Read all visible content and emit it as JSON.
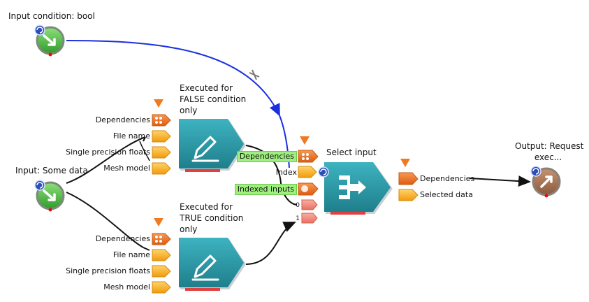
{
  "nodes": {
    "input_condition": {
      "label": "Input condition: bool"
    },
    "input_some_data": {
      "label": "Input: Some data"
    },
    "false_branch": {
      "label_lines": [
        "Executed for",
        "FALSE condition",
        "only"
      ],
      "ports": [
        "Dependencies",
        "File name",
        "Single precision floats",
        "Mesh model"
      ]
    },
    "true_branch": {
      "label_lines": [
        "Executed for",
        "TRUE condition",
        "only"
      ],
      "ports": [
        "Dependencies",
        "File name",
        "Single precision floats",
        "Mesh model"
      ]
    },
    "select_input": {
      "label": "Select input",
      "in_ports": {
        "dependencies": "Dependencies",
        "index": "Index",
        "indexed": "Indexed inputs",
        "idx0": "0",
        "idx1": "1"
      },
      "out_ports": [
        "Dependencies",
        "Selected data"
      ]
    },
    "output": {
      "label_lines": [
        "Output: Request",
        "exec..."
      ]
    }
  },
  "colors": {
    "green_node": "#3fae3c",
    "teal_node": "#2b9aa8",
    "brown_node": "#9c6b4a",
    "orange_port": "#f5a10d",
    "dep_port": "#e66d1a",
    "salmon_port": "#f08878",
    "blue_edge": "#1a2fe0",
    "green_highlight": "#9fef7f"
  }
}
